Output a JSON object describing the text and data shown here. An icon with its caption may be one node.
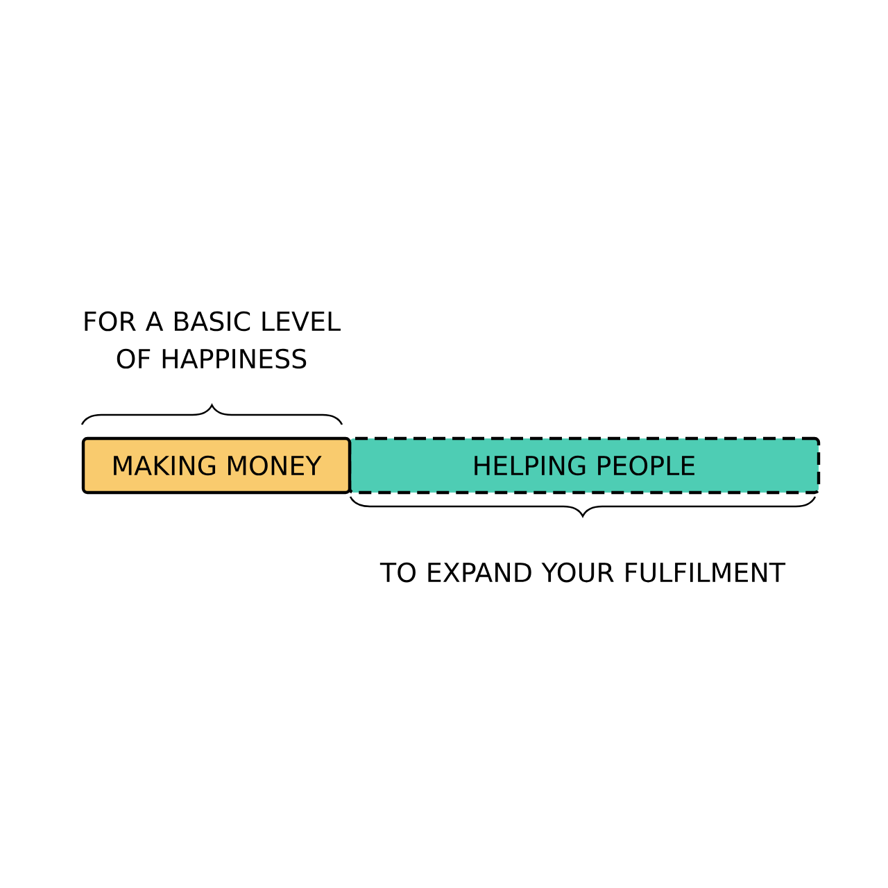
{
  "diagram": {
    "nodes": [
      {
        "text": [
          "MAKING MONEY"
        ],
        "beside": [
          "FOR A BASIC LEVEL OF HAPPINESS"
        ]
      },
      {
        "text": [
          "HELPING PEOPLE"
        ],
        "beside": [
          "TO EXPAND YOUR FULFILMENT"
        ]
      }
    ]
  }
}
